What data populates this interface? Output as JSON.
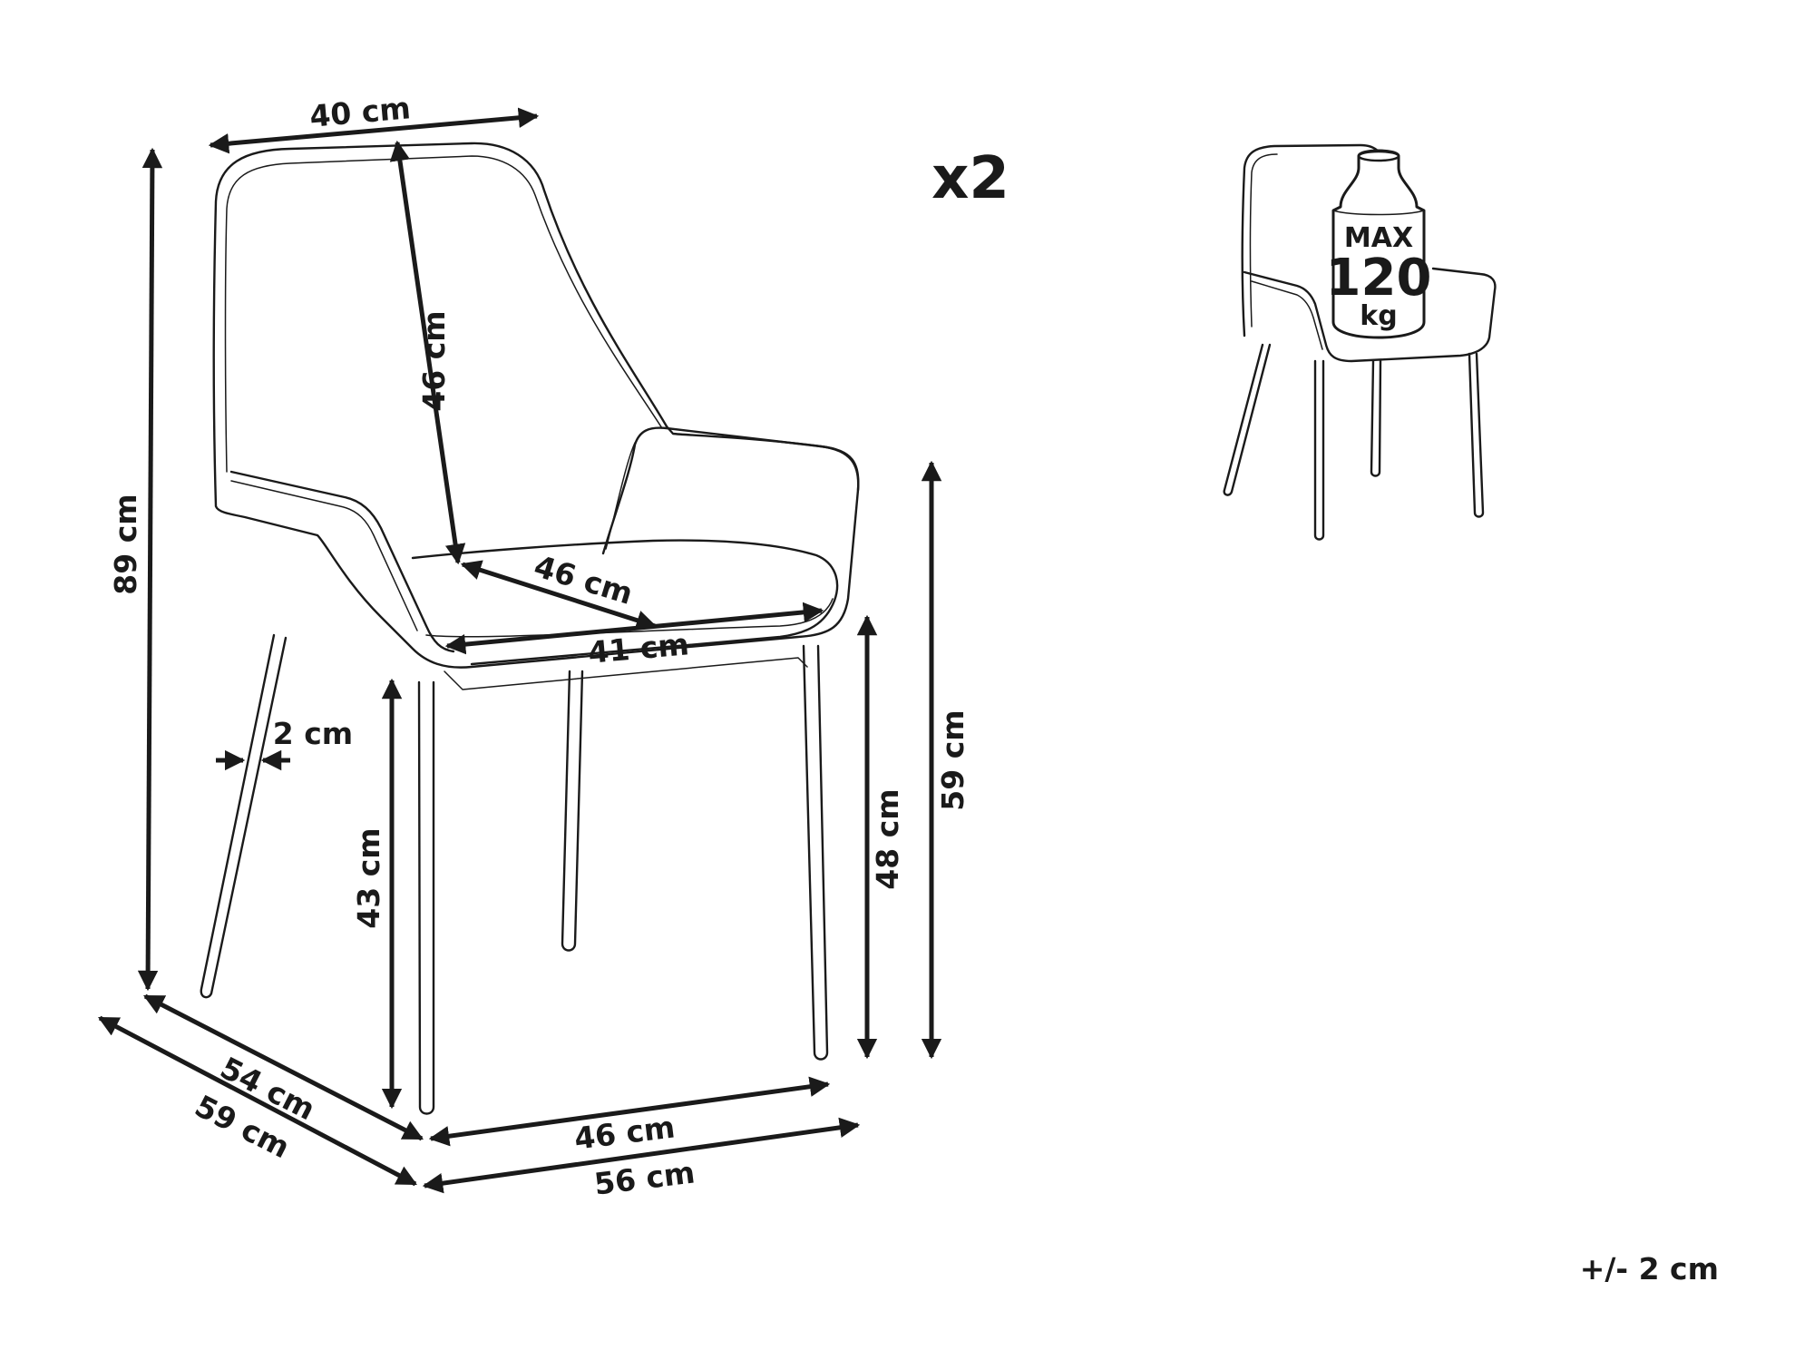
{
  "dimensions": {
    "backrest_width": "40 cm",
    "backrest_height": "46 cm",
    "total_height": "89 cm",
    "seat_depth": "46 cm",
    "seat_width": "41 cm",
    "leg_thickness": "2 cm",
    "seat_height": "43 cm",
    "front_seat_height": "48 cm",
    "armrest_height": "59 cm",
    "depth_inner": "54 cm",
    "depth_outer": "59 cm",
    "width_inner": "46 cm",
    "width_outer": "56 cm"
  },
  "quantity": "x2",
  "max_load": {
    "line1": "MAX",
    "line2": "120",
    "line3": "kg"
  },
  "tolerance": "+/- 2 cm"
}
